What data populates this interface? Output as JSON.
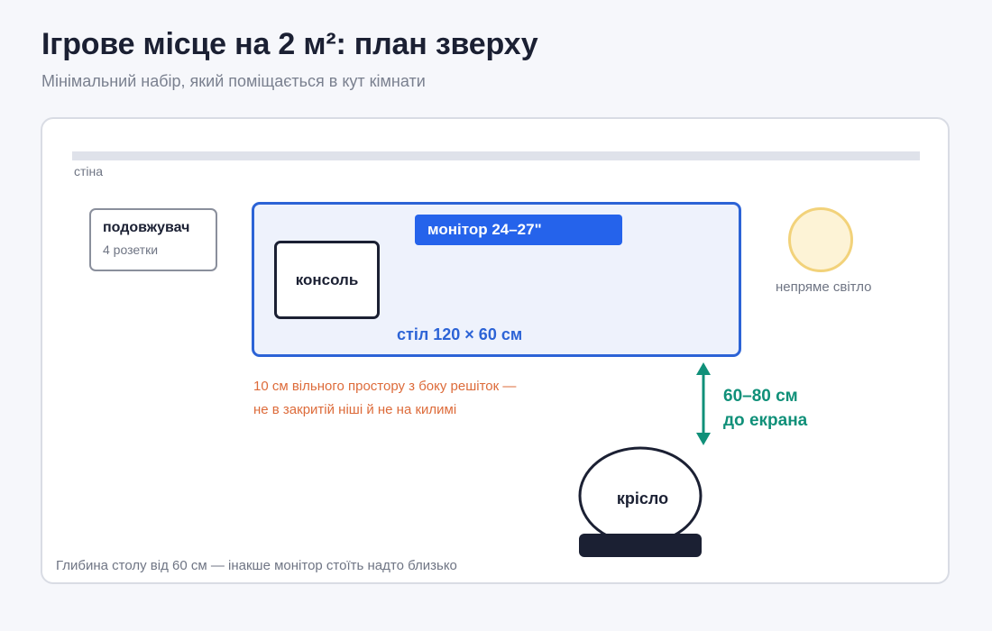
{
  "header": {
    "title": "Ігрове місце на 2 м²: план зверху",
    "subtitle": "Мінімальний набір, який поміщається в кут кімнати"
  },
  "plan": {
    "wall_label": "стіна",
    "extension": {
      "name": "подовжувач",
      "detail": "4 розетки"
    },
    "monitor_label": "монітор 24–27\"",
    "console_label": "консоль",
    "desk_label": "стіл 120 × 60 см",
    "lamp_label": "непряме світло",
    "vent_note": {
      "line1": "10 см вільного простору з боку решіток —",
      "line2": "не в закритій ніші й не на килимі"
    },
    "distance": {
      "line1": "60–80 см",
      "line2": "до екрана"
    },
    "chair_label": "крісло"
  },
  "footnote": "Глибина столу від 60 см — інакше монітор стоїть надто близько",
  "colors": {
    "desk_border": "#2c63d6",
    "desk_fill": "#eef2fc",
    "monitor": "#2563eb",
    "dark": "#1b2033",
    "vent_note": "#dd6b3a",
    "distance": "#109079",
    "lamp_fill": "#fdf3d6",
    "lamp_border": "#f2d27a"
  }
}
